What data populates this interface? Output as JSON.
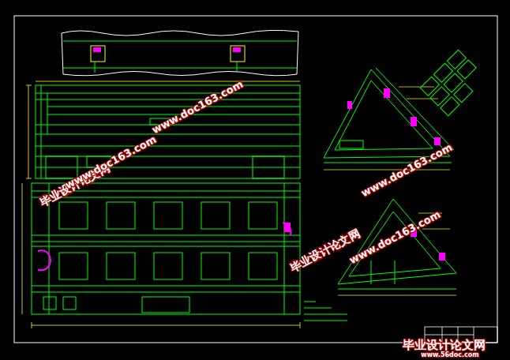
{
  "diagram": {
    "labels": [
      "www.doc163.com",
      "毕业设计论文网",
      "www.doc163.com",
      "www.doc163.com",
      "毕业设计论文网",
      "www.doc163.com",
      "毕业设计论文网",
      "www.56doc.com"
    ]
  }
}
